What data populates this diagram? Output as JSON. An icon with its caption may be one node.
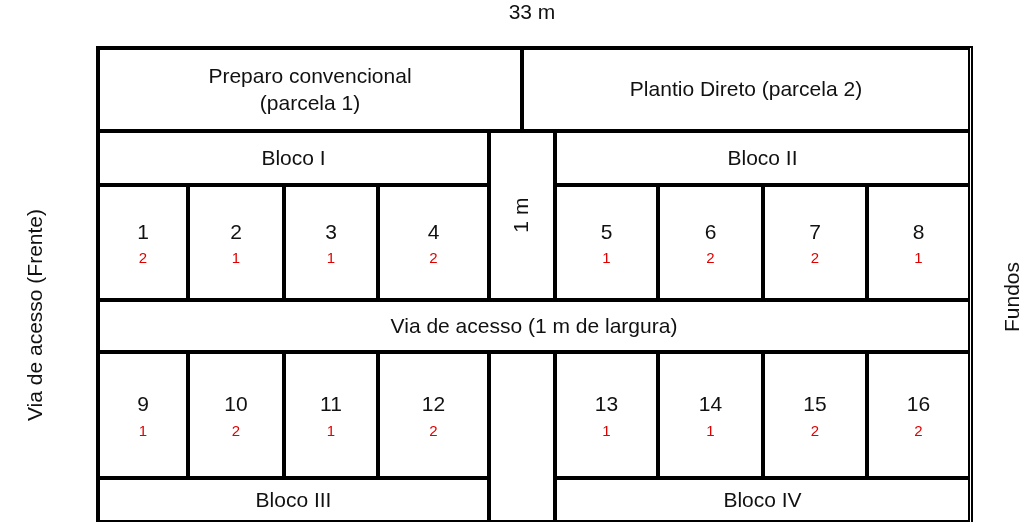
{
  "diagram": {
    "nodes": [
      {
        "text": [
          "Preparo convencional (parcela 1)"
        ]
      },
      {
        "text": [
          "Plantio Direto (parcela 2)"
        ]
      },
      {
        "text": [
          "Bloco I"
        ]
      },
      {
        "text": [
          "1 m"
        ]
      },
      {
        "text": [
          "Bloco II"
        ]
      },
      {
        "text": [
          "1",
          "2"
        ]
      },
      {
        "text": [
          "2",
          "1"
        ]
      },
      {
        "text": [
          "3",
          "1"
        ]
      },
      {
        "text": [
          "4",
          "2"
        ]
      },
      {
        "text": [
          "5",
          "1"
        ]
      },
      {
        "text": [
          "6",
          "2"
        ]
      },
      {
        "text": [
          "7",
          "2"
        ]
      },
      {
        "text": [
          "8",
          "1"
        ]
      },
      {
        "text": [
          "Via de acesso (1 m de largura)"
        ]
      },
      {
        "text": [
          "9",
          "1"
        ]
      },
      {
        "text": [
          "10",
          "2"
        ]
      },
      {
        "text": [
          "11",
          "1"
        ]
      },
      {
        "text": [
          "12",
          "2"
        ]
      },
      {
        "text": [],
        "shape": "box"
      },
      {
        "text": [
          "13",
          "1"
        ]
      },
      {
        "text": [
          "14",
          "1"
        ]
      },
      {
        "text": [
          "15",
          "2"
        ]
      },
      {
        "text": [
          "16",
          "2"
        ]
      },
      {
        "text": [
          "Bloco III"
        ]
      },
      {
        "text": [
          "Bloco IV"
        ]
      }
    ],
    "labels": [
      "33 m",
      "Via de acesso (Frente)",
      "Fundos"
    ]
  }
}
